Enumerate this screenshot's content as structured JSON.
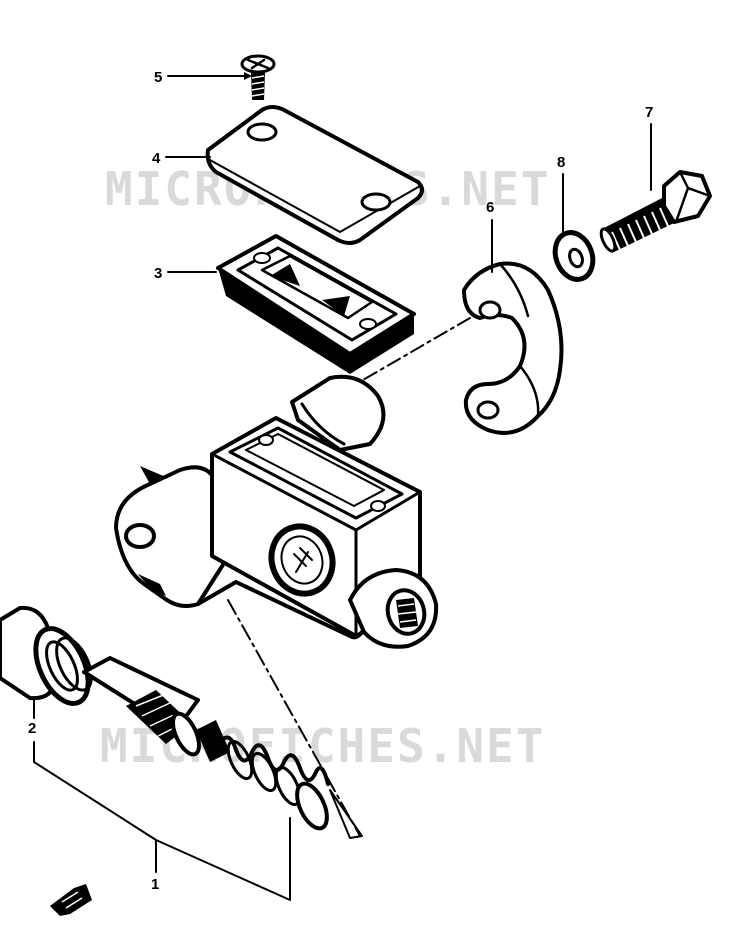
{
  "watermarks": [
    "MICROFICHES.NET",
    "MICROFICHES.NET"
  ],
  "callouts": {
    "c1": "1",
    "c2": "2",
    "c3": "3",
    "c4": "4",
    "c5": "5",
    "c6": "6",
    "c7": "7",
    "c8": "8"
  },
  "colors": {
    "ink": "#000000",
    "watermark": "#d9d9d9",
    "background": "#ffffff"
  }
}
